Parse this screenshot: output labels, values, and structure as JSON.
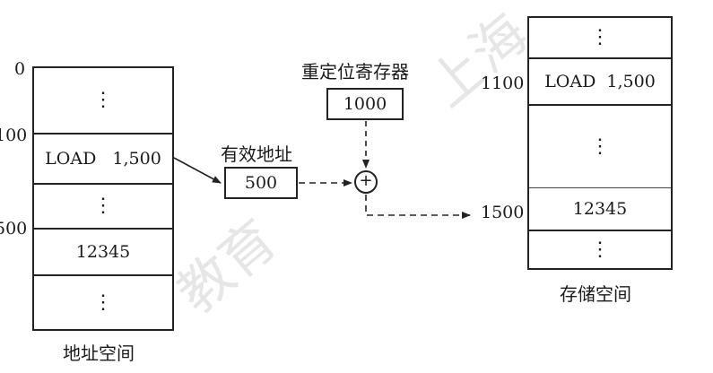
{
  "left_memory": {
    "title": "地址空间",
    "address_labels": [
      "0",
      "100",
      "500"
    ],
    "cells": [
      "⋮",
      "LOAD   1,500",
      "⋮",
      "12345",
      "⋮"
    ]
  },
  "effective_address": {
    "label": "有效地址",
    "value": "500"
  },
  "relocation_register": {
    "label": "重定位寄存器",
    "value": "1000"
  },
  "adder_symbol": "+",
  "right_memory": {
    "title": "存储空间",
    "address_labels": [
      "1100",
      "1500"
    ],
    "cells": [
      "⋮",
      "LOAD  1,500",
      "⋮",
      "12345",
      "⋮"
    ]
  },
  "colors": {
    "line": "#222222",
    "watermark": "#e6e6e6"
  }
}
